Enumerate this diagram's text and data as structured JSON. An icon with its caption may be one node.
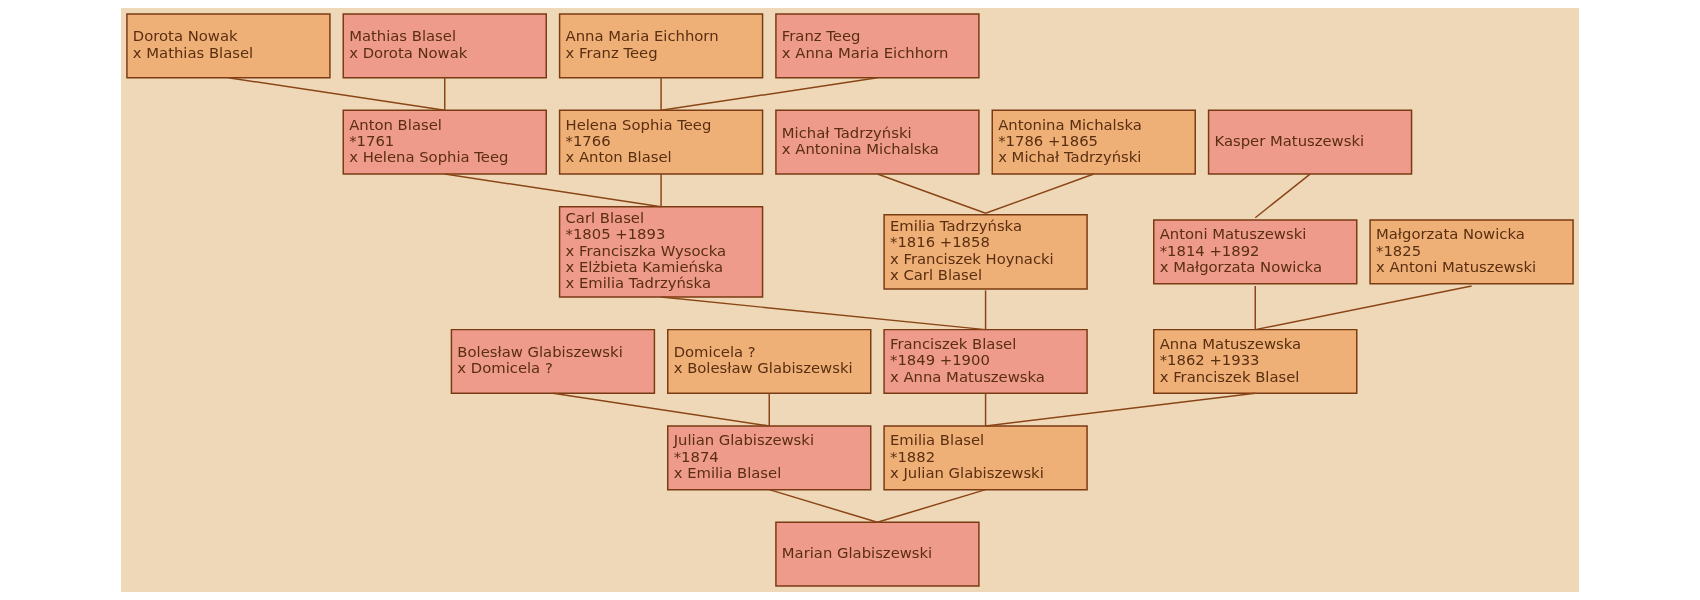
{
  "diagram": {
    "nodes": [
      {
        "text": [
          "Dorota Nowak",
          "x Mathias Blasel"
        ]
      },
      {
        "text": [
          "Mathias Blasel",
          "x Dorota Nowak"
        ]
      },
      {
        "text": [
          "Anna Maria Eichhorn",
          "x Franz Teeg"
        ]
      },
      {
        "text": [
          "Franz Teeg",
          "x Anna Maria Eichhorn"
        ]
      },
      {
        "text": [
          "Anton Blasel",
          "*1761",
          "x Helena Sophia Teeg"
        ]
      },
      {
        "text": [
          "Helena Sophia Teeg",
          "*1766",
          "x Anton Blasel"
        ]
      },
      {
        "text": [
          "Michał Tadrzyński",
          "x Antonina Michalska"
        ]
      },
      {
        "text": [
          "Antonina Michalska",
          "*1786 +1865",
          "x Michał Tadrzyński"
        ]
      },
      {
        "text": [
          "Kasper Matuszewski"
        ]
      },
      {
        "text": [
          "Carl Blasel",
          "*1805 +1893",
          "x Franciszka Wysocka",
          "x Elżbieta Kamieńska",
          "x Emilia Tadrzyńska"
        ]
      },
      {
        "text": [
          "Emilia Tadrzyńska",
          "*1816 +1858",
          "x Franciszek Hoynacki",
          "x Carl Blasel"
        ]
      },
      {
        "text": [
          "Antoni Matuszewski",
          "*1814 +1892",
          "x Małgorzata Nowicka"
        ]
      },
      {
        "text": [
          "Małgorzata Nowicka",
          "*1825",
          "x Antoni Matuszewski"
        ]
      },
      {
        "text": [
          "Bolesław Glabiszewski",
          "x Domicela ?"
        ]
      },
      {
        "text": [
          "Domicela ?",
          "x Bolesław Glabiszewski"
        ]
      },
      {
        "text": [
          "Franciszek Blasel",
          "*1849 +1900",
          "x Anna Matuszewska"
        ]
      },
      {
        "text": [
          "Anna Matuszewska",
          "*1862 +1933",
          "x Franciszek Blasel"
        ]
      },
      {
        "text": [
          "Julian Glabiszewski",
          "*1874",
          "x Emilia Blasel"
        ]
      },
      {
        "text": [
          "Emilia Blasel",
          "*1882",
          "x Julian Glabiszewski"
        ]
      },
      {
        "text": [
          "Marian Glabiszewski"
        ]
      }
    ],
    "edges": [
      {
        "from": 0,
        "to": 4,
        "arrow": "none"
      },
      {
        "from": 1,
        "to": 4,
        "arrow": "none"
      },
      {
        "from": 2,
        "to": 5,
        "arrow": "none"
      },
      {
        "from": 3,
        "to": 5,
        "arrow": "none"
      },
      {
        "from": 4,
        "to": 9,
        "arrow": "none"
      },
      {
        "from": 5,
        "to": 9,
        "arrow": "none"
      },
      {
        "from": 6,
        "to": 10,
        "arrow": "none"
      },
      {
        "from": 7,
        "to": 10,
        "arrow": "none"
      },
      {
        "from": 8,
        "to": 11,
        "arrow": "none"
      },
      {
        "from": 9,
        "to": 15,
        "arrow": "none"
      },
      {
        "from": 10,
        "to": 15,
        "arrow": "none"
      },
      {
        "from": 11,
        "to": 16,
        "arrow": "none"
      },
      {
        "from": 12,
        "to": 16,
        "arrow": "none"
      },
      {
        "from": 13,
        "to": 17,
        "arrow": "none"
      },
      {
        "from": 14,
        "to": 17,
        "arrow": "none"
      },
      {
        "from": 15,
        "to": 18,
        "arrow": "none"
      },
      {
        "from": 16,
        "to": 18,
        "arrow": "none"
      },
      {
        "from": 17,
        "to": 19,
        "arrow": "none"
      },
      {
        "from": 18,
        "to": 19,
        "arrow": "none"
      }
    ]
  }
}
